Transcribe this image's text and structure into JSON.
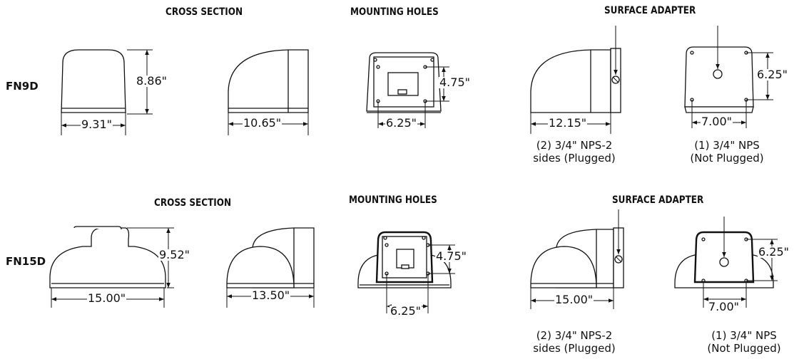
{
  "headings": {
    "cross_section": "CROSS SECTION",
    "mounting_holes": "MOUNTING HOLES",
    "surface_adapter": "SURFACE ADAPTER"
  },
  "fn9d": {
    "label": "FN9D",
    "front_height": "8.86\"",
    "front_width": "9.31\"",
    "side_depth": "10.65\"",
    "holes_vertical": "4.75\"",
    "holes_horizontal": "6.25\"",
    "adapter_side_depth": "12.15\"",
    "adapter_rear_vertical": "6.25\"",
    "adapter_rear_horizontal": "7.00\"",
    "caption_sides_line1": "(2) 3/4\" NPS-2",
    "caption_sides_line2": "sides (Plugged)",
    "caption_rear_line1": "(1) 3/4\" NPS",
    "caption_rear_line2": "(Not Plugged)"
  },
  "fn15d": {
    "label": "FN15D",
    "front_height": "9.52\"",
    "front_width": "15.00\"",
    "side_depth": "13.50\"",
    "holes_vertical": "4.75\"",
    "holes_horizontal": "6.25\"",
    "adapter_side_depth": "15.00\"",
    "adapter_rear_vertical": "6.25\"",
    "adapter_rear_horizontal": "7.00\"",
    "caption_sides_line1": "(2) 3/4\" NPS-2",
    "caption_sides_line2": "sides (Plugged)",
    "caption_rear_line1": "(1) 3/4\" NPS",
    "caption_rear_line2": "(Not Plugged)"
  }
}
